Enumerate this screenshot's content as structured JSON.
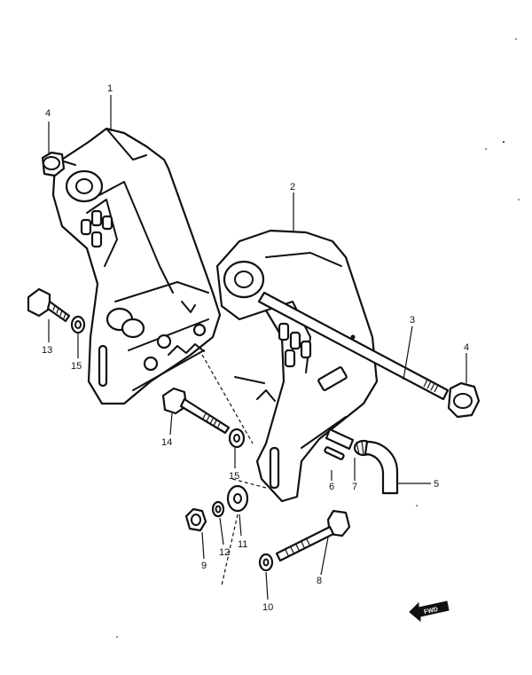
{
  "diagram": {
    "callouts": [
      {
        "id": "c1",
        "label": "1"
      },
      {
        "id": "c2",
        "label": "2"
      },
      {
        "id": "c3",
        "label": "3"
      },
      {
        "id": "c4a",
        "label": "4"
      },
      {
        "id": "c4b",
        "label": "4"
      },
      {
        "id": "c5",
        "label": "5"
      },
      {
        "id": "c6",
        "label": "6"
      },
      {
        "id": "c7",
        "label": "7"
      },
      {
        "id": "c8",
        "label": "8"
      },
      {
        "id": "c9",
        "label": "9"
      },
      {
        "id": "c10",
        "label": "10"
      },
      {
        "id": "c11",
        "label": "11"
      },
      {
        "id": "c12",
        "label": "12"
      },
      {
        "id": "c13",
        "label": "13"
      },
      {
        "id": "c14",
        "label": "14"
      },
      {
        "id": "c15a",
        "label": "15"
      },
      {
        "id": "c15b",
        "label": "15"
      }
    ],
    "fwd_badge": "FWD"
  }
}
